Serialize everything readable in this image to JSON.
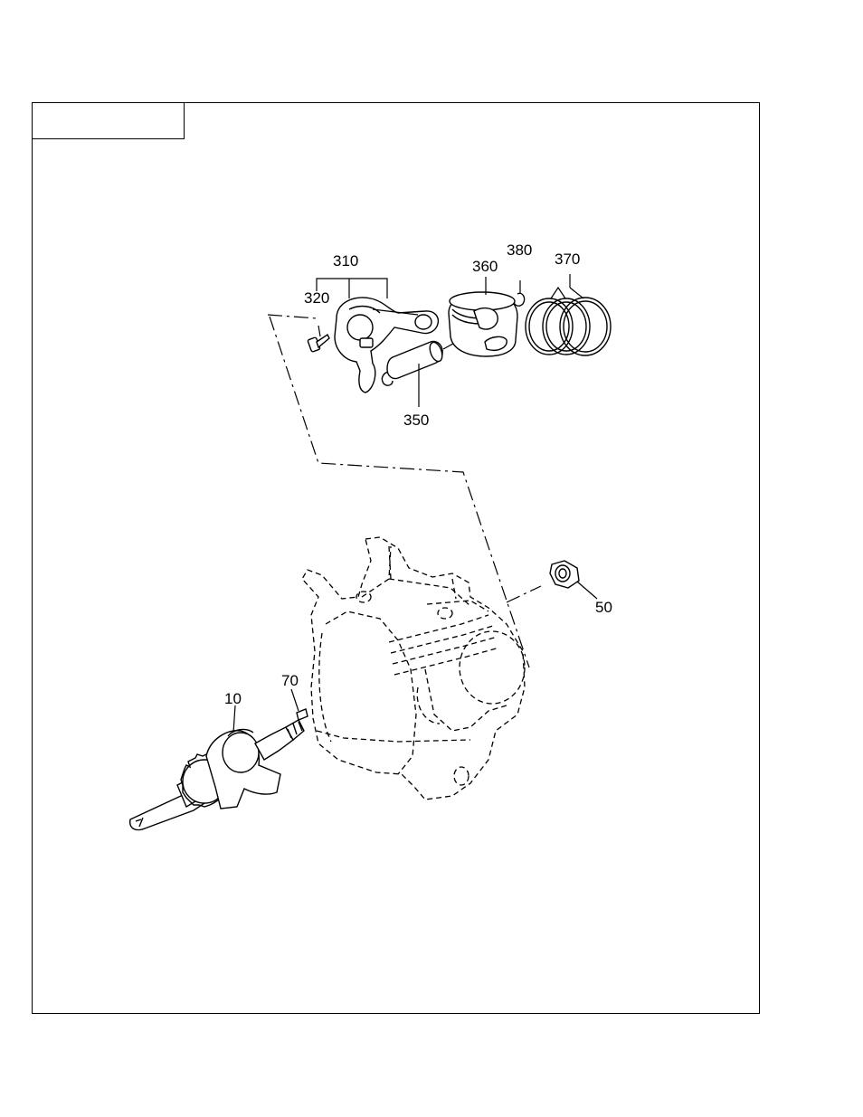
{
  "header": {
    "title_box": ""
  },
  "callouts": {
    "c310": "310",
    "c320": "320",
    "c360": "360",
    "c380": "380",
    "c370": "370",
    "c350": "350",
    "c50": "50",
    "c70": "70",
    "c10": "10"
  },
  "parts": [
    {
      "id": "10",
      "icon": "crankshaft-icon"
    },
    {
      "id": "50",
      "icon": "seal-icon"
    },
    {
      "id": "70",
      "icon": "key-icon"
    },
    {
      "id": "310",
      "icon": "connecting-rod-icon"
    },
    {
      "id": "320",
      "icon": "bolt-icon"
    },
    {
      "id": "350",
      "icon": "piston-pin-icon"
    },
    {
      "id": "360",
      "icon": "piston-icon"
    },
    {
      "id": "370",
      "icon": "piston-ring-icon"
    },
    {
      "id": "380",
      "icon": "clip-icon"
    }
  ]
}
